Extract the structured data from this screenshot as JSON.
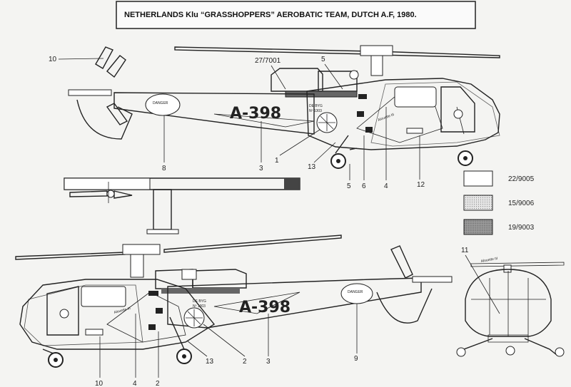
{
  "title": "NETHERLANDS   Klu “GRASSHOPPERS” AEROBATIC TEAM, DUTCH A.F, 1980.",
  "colors": {
    "white": "#ffffff",
    "light_grey": "#dcdcdc",
    "mid_grey": "#a9a9a9",
    "ink": "#222222",
    "paper": "#f4f4f2"
  },
  "registration": "A-398",
  "danger_text": "DANGER",
  "signature": "Alouette III",
  "top_view": {
    "callouts": [
      "10",
      "27/7001",
      "5",
      "8",
      "3",
      "1",
      "13",
      "5",
      "6",
      "4",
      "12"
    ],
    "small_markings": [
      "DE BYG",
      "Nº 1303"
    ]
  },
  "bottom_view": {
    "callouts": [
      "10",
      "4",
      "2",
      "13",
      "2",
      "3",
      "9"
    ],
    "small_markings": [
      "DE BYG",
      "Nº 1303"
    ]
  },
  "front_view": {
    "callouts": [
      "11"
    ]
  },
  "legend": [
    {
      "code": "22/9005",
      "color": "#ffffff"
    },
    {
      "code": "15/9006",
      "color": "#dcdcdc"
    },
    {
      "code": "19/9003",
      "color": "#a9a9a9"
    }
  ]
}
